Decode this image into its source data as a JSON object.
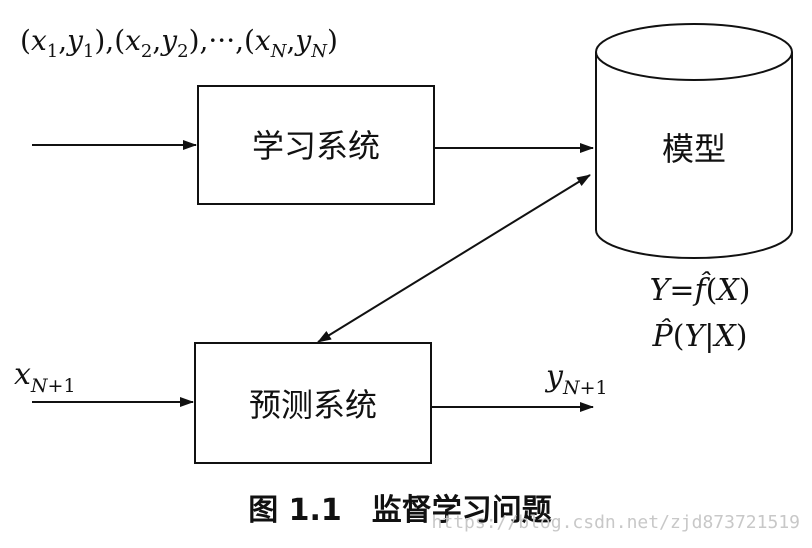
{
  "training_data_label": "(x₁,y₁),(x₂,y₂),···,(x_N,y_N)",
  "learning_system_label": "学习系统",
  "model_label": "模型",
  "prediction_system_label": "预测系统",
  "model_formula_1": "Y = f̂(X)",
  "model_formula_2": "P̂(Y|X)",
  "input_label": "x_{N+1}",
  "output_label": "y_{N+1}",
  "caption": "图 1.1　监督学习问题",
  "watermark": "https://blog.csdn.net/zjd873721519"
}
